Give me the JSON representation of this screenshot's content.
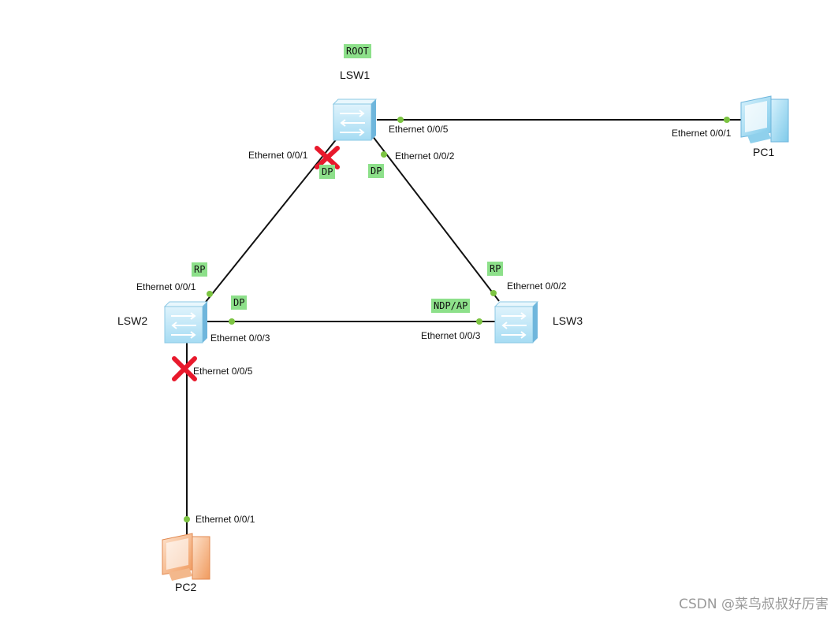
{
  "devices": {
    "lsw1": "LSW1",
    "lsw2": "LSW2",
    "lsw3": "LSW3",
    "pc1": "PC1",
    "pc2": "PC2"
  },
  "ports": {
    "lsw1_e005": "Ethernet 0/0/5",
    "lsw1_e001": "Ethernet 0/0/1",
    "lsw1_e002": "Ethernet 0/0/2",
    "pc1_e001": "Ethernet 0/0/1",
    "lsw2_e001": "Ethernet 0/0/1",
    "lsw2_e003": "Ethernet 0/0/3",
    "lsw2_e005": "Ethernet 0/0/5",
    "lsw3_e002": "Ethernet 0/0/2",
    "lsw3_e003": "Ethernet 0/0/3",
    "pc2_e001": "Ethernet 0/0/1"
  },
  "roles": {
    "root": "ROOT",
    "lsw1_e001": "DP",
    "lsw1_e002": "DP",
    "lsw2_e001": "RP",
    "lsw2_e003": "DP",
    "lsw3_e002": "RP",
    "lsw3_e003": "NDP/AP"
  },
  "watermark": "CSDN @菜鸟叔叔好厉害",
  "colors": {
    "link": "#111111",
    "port_dot": "#7cc442",
    "role_tag": "#8de08a",
    "blocked_x": "#e8192c",
    "switch": "#9ed8f2",
    "pc1": "#9ed8f2",
    "pc2": "#f4a772"
  }
}
